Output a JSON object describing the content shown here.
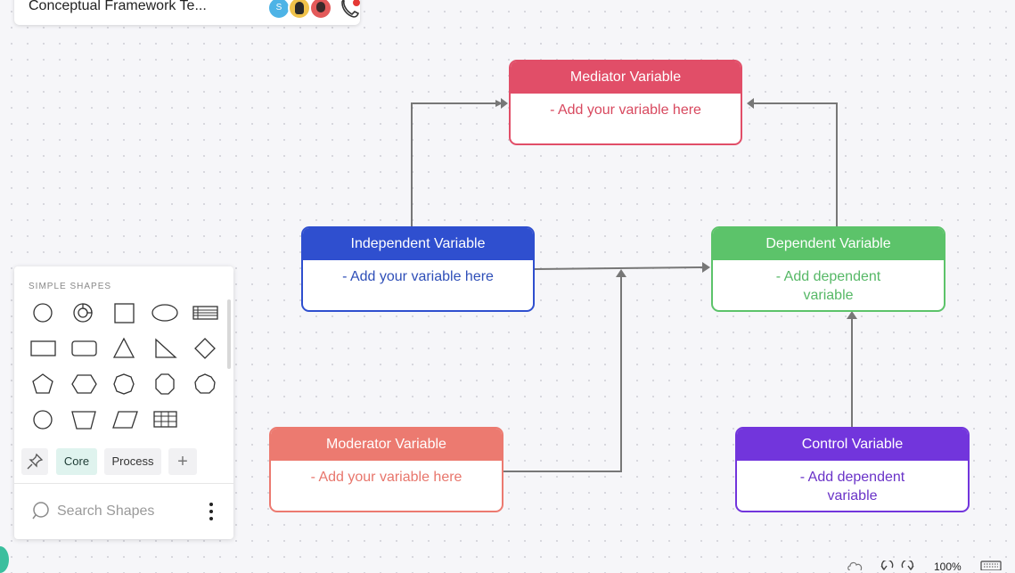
{
  "document": {
    "title": "Conceptual Framework Te...",
    "collaborators": [
      {
        "initial": "S",
        "color": "#4db3e6"
      },
      {
        "initial": "",
        "color": "#f0c24a"
      },
      {
        "initial": "",
        "color": "#e35a5a"
      }
    ]
  },
  "diagram": {
    "nodes": {
      "mediator": {
        "title": "Mediator Variable",
        "body": "- Add your variable here",
        "color": "#e14e68"
      },
      "independent": {
        "title": "Independent Variable",
        "body": "- Add your variable here",
        "color": "#2f4fcf"
      },
      "dependent": {
        "title": "Dependent Variable",
        "body": "- Add dependent variable",
        "color": "#5cc36a"
      },
      "moderator": {
        "title": "Moderator Variable",
        "body": "- Add your variable here",
        "color": "#ec7a70"
      },
      "control": {
        "title": "Control Variable",
        "body": "- Add dependent variable",
        "color": "#7235dc"
      }
    },
    "edges": [
      {
        "from": "independent",
        "to": "mediator"
      },
      {
        "from": "dependent",
        "to": "mediator"
      },
      {
        "from": "independent",
        "to": "dependent"
      },
      {
        "from": "moderator",
        "to": "independent-dependent-edge"
      },
      {
        "from": "control",
        "to": "dependent"
      }
    ]
  },
  "shapes_panel": {
    "heading": "SIMPLE SHAPES",
    "shapes": [
      "circle",
      "arc",
      "square",
      "ellipse",
      "table-lines",
      "rectangle",
      "rounded-rectangle",
      "triangle",
      "right-triangle",
      "diamond",
      "pentagon",
      "hexagon",
      "heptagon",
      "octagon",
      "nonagon",
      "circle-small",
      "trapezoid",
      "parallelogram",
      "grid-table"
    ],
    "tabs": {
      "pin_icon": "pin-icon",
      "core": "Core",
      "process": "Process",
      "add": "+"
    },
    "search": {
      "placeholder": "Search Shapes"
    }
  },
  "bottom_bar": {
    "zoom": "100%"
  }
}
